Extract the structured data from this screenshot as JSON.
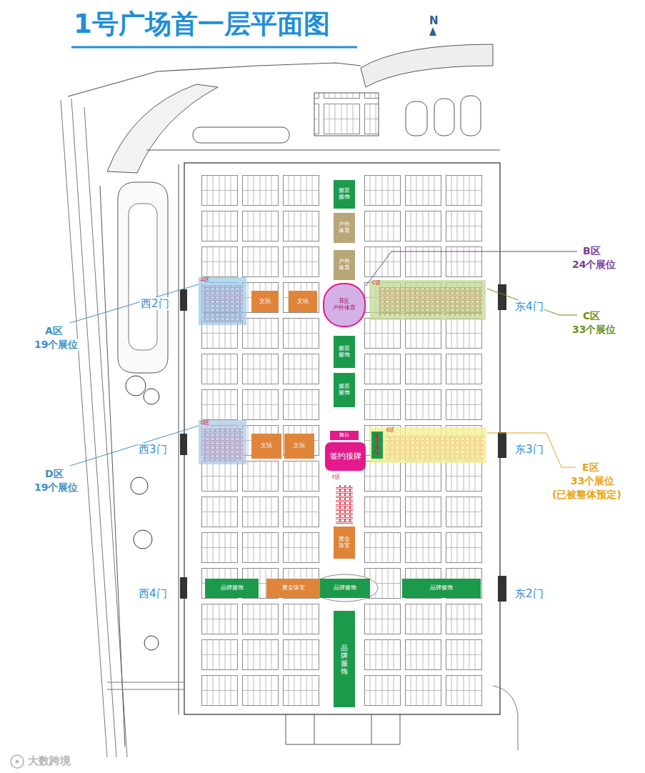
{
  "diagram": {
    "title": "1号广场首一层平面图",
    "nodes": [
      {
        "text": [
          "服装服饰"
        ]
      },
      {
        "text": [
          "户外体育"
        ]
      },
      {
        "text": [
          "户外体育"
        ]
      },
      {
        "text": [
          "A区"
        ]
      },
      {
        "text": [
          "文玩"
        ]
      },
      {
        "text": [
          "文玩"
        ]
      },
      {
        "text": [
          "B区",
          "户外体育"
        ]
      },
      {
        "text": [
          "C区"
        ]
      },
      {
        "text": [
          "服装服饰"
        ]
      },
      {
        "text": [
          "服装服饰"
        ]
      },
      {
        "text": [
          "D区"
        ]
      },
      {
        "text": [
          "文玩"
        ]
      },
      {
        "text": [
          "文玩"
        ]
      },
      {
        "text": [
          "舞台"
        ]
      },
      {
        "text": [
          "签约接牌"
        ]
      },
      {
        "text": [
          "E区"
        ]
      },
      {
        "text": [
          "服装服饰"
        ],
        "in": 15
      },
      {
        "text": [
          "F区"
        ]
      },
      {
        "text": [
          "黄金珠宝"
        ]
      },
      {
        "text": [
          "品牌服饰"
        ]
      },
      {
        "text": [
          "黄金珠宝"
        ]
      },
      {
        "text": [
          "品牌服饰"
        ]
      },
      {
        "text": [
          "品牌服饰"
        ]
      },
      {
        "text": [
          "品牌服饰"
        ]
      }
    ],
    "labels": [
      "N",
      "西2门",
      "西3门",
      "西4门",
      "东4门",
      "东3门",
      "东2门",
      "A区",
      "19个展位",
      "D区",
      "19个展位",
      "B区",
      "24个展位",
      "C区",
      "33个展位",
      "E区",
      "33个展位",
      "(已被整体预定)",
      "大数跨境"
    ]
  }
}
